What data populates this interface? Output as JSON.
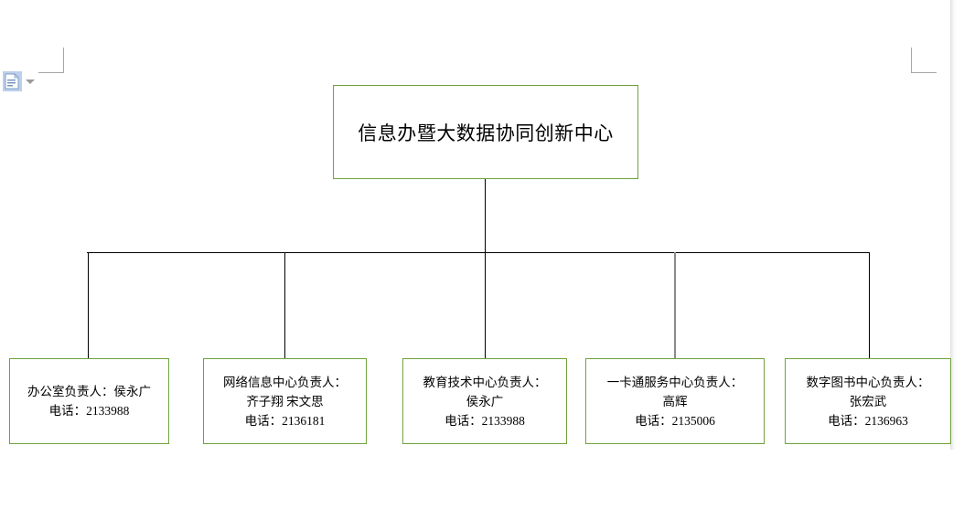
{
  "document": {
    "paste_options": {
      "icon": "paste-options-icon",
      "caret": "chevron-down-icon"
    },
    "margin_marks": [
      "top-left-margin-mark",
      "top-right-margin-mark"
    ]
  },
  "colors": {
    "node_border": "#6fa33c",
    "connector": "#000000",
    "connector_selected": "#8b8b8b",
    "paste_icon": "#bdd0ea",
    "margin_mark": "#a6a6a6",
    "text": "#000000",
    "page_background": "#ffffff"
  },
  "org_chart": {
    "root": {
      "id": "root",
      "title": "信息办暨大数据协同创新中心"
    },
    "children": [
      {
        "id": "office",
        "role_line": "办公室负责人：侯永广",
        "name_line": "",
        "phone_line": "电话：2133988"
      },
      {
        "id": "network",
        "role_line": "网络信息中心负责人：",
        "name_line": "齐子翔 宋文思",
        "phone_line": "电话：2136181"
      },
      {
        "id": "edutech",
        "role_line": "教育技术中心负责人：",
        "name_line": "侯永广",
        "phone_line": "电话：2133988"
      },
      {
        "id": "card",
        "role_line": "一卡通服务中心负责人：",
        "name_line": "高辉",
        "phone_line": "电话：2135006"
      },
      {
        "id": "library",
        "role_line": "数字图书中心负责人：",
        "name_line": "张宏武",
        "phone_line": "电话：2136963"
      }
    ]
  }
}
